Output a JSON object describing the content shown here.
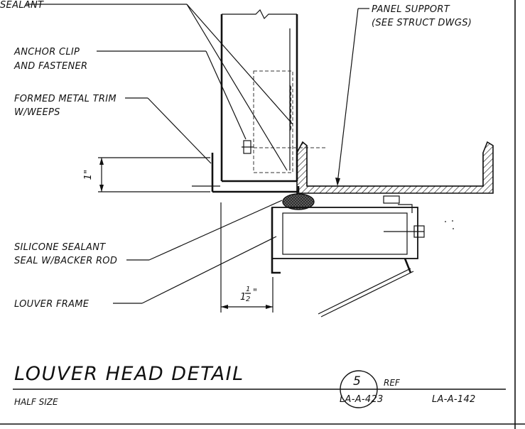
{
  "drawing": {
    "title": "LOUVER HEAD DETAIL",
    "scale": "HALF SIZE",
    "detail_number": "5",
    "ref_label": "REF",
    "sheet_ref": "LA-A-423",
    "ref_sheet": "LA-A-142"
  },
  "labels": {
    "sealant": "SEALANT",
    "anchor_clip_1": "ANCHOR CLIP",
    "anchor_clip_2": "AND FASTENER",
    "formed_trim_1": "FORMED METAL TRIM",
    "formed_trim_2": "W/WEEPS",
    "panel_support_1": "PANEL SUPPORT",
    "panel_support_2": "(SEE STRUCT DWGS)",
    "silicone_1": "SILICONE SEALANT",
    "silicone_2": "SEAL W/BACKER ROD",
    "louver_frame": "LOUVER FRAME"
  },
  "dimensions": {
    "vertical": "1\"",
    "horizontal_whole": "1",
    "horizontal_num": "1",
    "horizontal_den": "2",
    "horizontal_unit": "\""
  },
  "colors": {
    "ink": "#111111",
    "paper": "#ffffff",
    "sealant_fill": "#555555"
  }
}
